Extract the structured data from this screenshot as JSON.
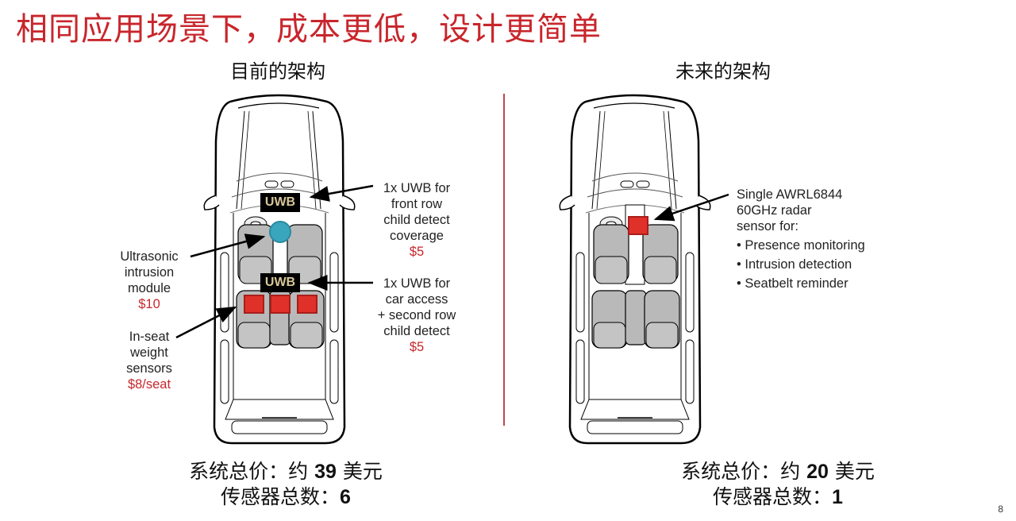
{
  "title": "相同应用场景下，成本更低，设计更简单",
  "left": {
    "heading": "目前的架构",
    "uwb_tag": "UWB",
    "callouts": {
      "uwb_front": {
        "lines": [
          "1x UWB for",
          "front row",
          "child detect",
          "coverage"
        ],
        "price": "$5"
      },
      "uwb_rear": {
        "lines": [
          "1x UWB for",
          "car access",
          "+ second row",
          "child detect"
        ],
        "price": "$5"
      },
      "ultrasonic": {
        "lines": [
          "Ultrasonic",
          "intrusion",
          "module"
        ],
        "price": "$10"
      },
      "weight": {
        "lines": [
          "In-seat",
          "weight",
          "sensors"
        ],
        "price": "$8/seat"
      }
    },
    "summary": {
      "cost_prefix": "系统总价：约 ",
      "cost_value": "39",
      "cost_suffix": " 美元",
      "sensors_prefix": "传感器总数：",
      "sensors_value": "6"
    }
  },
  "right": {
    "heading": "未来的架构",
    "callout": {
      "lines": [
        "Single AWRL6844",
        "60GHz radar",
        "sensor for:"
      ],
      "bullets": [
        "• Presence monitoring",
        "• Intrusion detection",
        "• Seatbelt reminder"
      ]
    },
    "summary": {
      "cost_prefix": "系统总价：约 ",
      "cost_value": "20",
      "cost_suffix": " 美元",
      "sensors_prefix": "传感器总数：",
      "sensors_value": "1"
    }
  },
  "colors": {
    "title_red": "#c8262c",
    "sensor_red": "#e0302a",
    "ultrasonic_blue": "#3aa6bd",
    "uwb_text": "#d8c79a",
    "seat_gray": "#b9b9b9"
  },
  "page_number": "8"
}
